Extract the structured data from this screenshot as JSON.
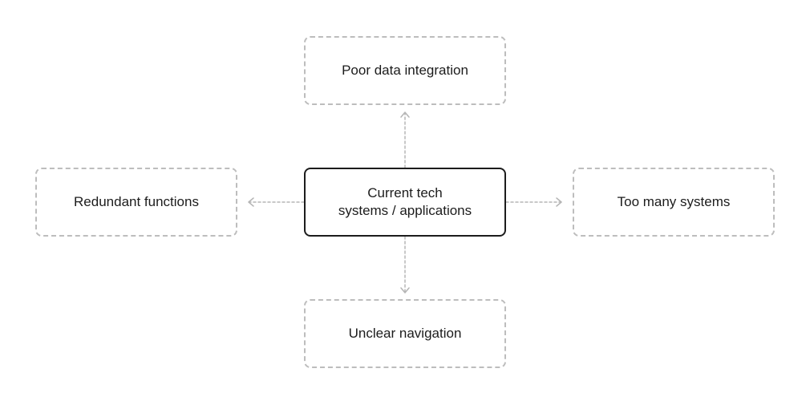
{
  "diagram": {
    "center": {
      "line1": "Current tech",
      "line2": "systems / applications"
    },
    "top": {
      "label": "Poor data integration"
    },
    "left": {
      "label": "Redundant functions"
    },
    "right": {
      "label": "Too many systems"
    },
    "bottom": {
      "label": "Unclear navigation"
    }
  },
  "colors": {
    "center_border": "#1c1c1c",
    "outer_border": "#bdbdbd",
    "connector": "#b5b5b5",
    "text": "#1c1c1c"
  }
}
